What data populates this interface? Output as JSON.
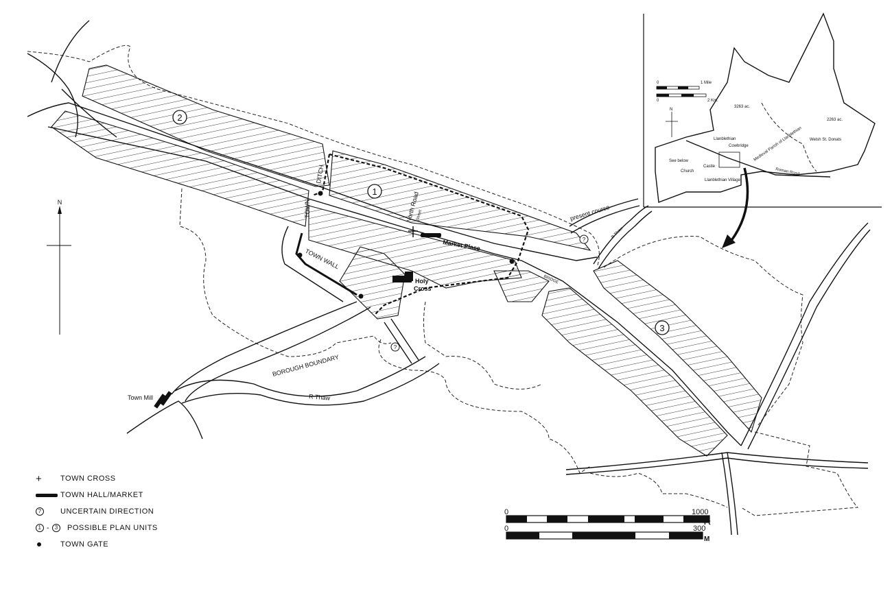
{
  "map": {
    "labels": {
      "unit_1": "1",
      "unit_2": "2",
      "unit_3": "3",
      "town_ditch_a": "TOWN",
      "town_ditch_b": "DITCH",
      "town_wall": "TOWN WALL",
      "north_road": "North Road",
      "north_road_sub": "Street",
      "market_place": "Market Place",
      "holy_cross_a": "Holy",
      "holy_cross_b": "Cross",
      "bridge": "BRIDGE",
      "present_course": "present course",
      "river_thaw_a": "R Thaw",
      "river_thaw_b": "R Thaw",
      "borough_boundary": "BOROUGH BOUNDARY",
      "town_mill": "Town Mill",
      "north": "N",
      "uncertain_a": "?",
      "uncertain_b": "?"
    },
    "inset": {
      "scale_mile": "1 Mile",
      "scale_km": "2 Km.",
      "scale_zero_a": "0",
      "scale_zero_b": "0",
      "north": "N",
      "parish_title": "Medieval Parish of Llanblethian",
      "acres_a": "3263 ac.",
      "acres_b": "2263 ac.",
      "llanblethian": "Llanblethian",
      "welsh_st_donats": "Welsh St. Donats",
      "cowbridge": "Cowbridge",
      "castle": "Castle",
      "church": "Church",
      "llanblethian_village": "Llanblethian Village",
      "see_below": "See below",
      "roman_road": "Roman Road"
    },
    "scalebar": {
      "ft_zero": "0",
      "ft_max": "1000",
      "ft_unit": "Ft",
      "m_zero": "0",
      "m_max": "300",
      "m_unit": "M"
    }
  },
  "legend": {
    "items": [
      {
        "symbol": "+",
        "label": "TOWN CROSS"
      },
      {
        "symbol": "bar",
        "label": "TOWN HALL/MARKET"
      },
      {
        "symbol": "?",
        "label": "UNCERTAIN DIRECTION"
      },
      {
        "symbol_a": "1",
        "symbol_sep": "-",
        "symbol_b": "3",
        "label": "POSSIBLE PLAN UNITS"
      },
      {
        "symbol": "dot",
        "label": "TOWN GATE"
      }
    ]
  }
}
